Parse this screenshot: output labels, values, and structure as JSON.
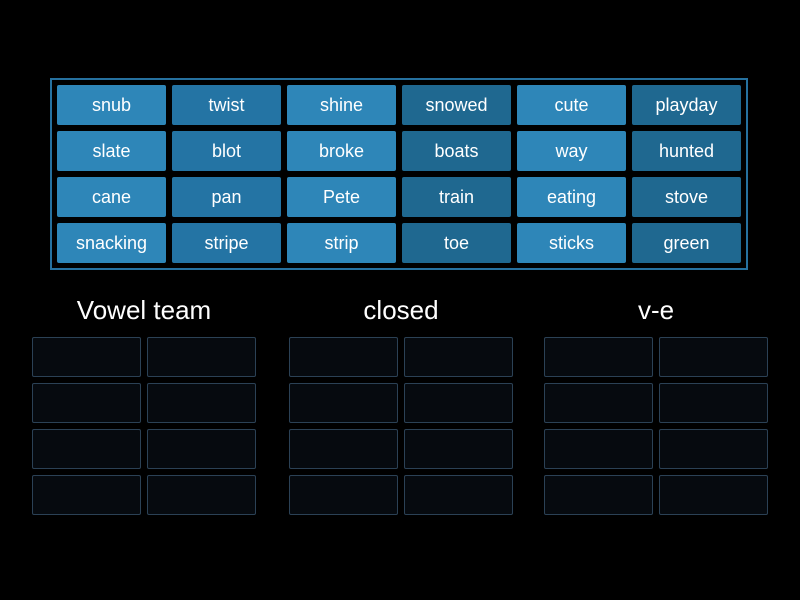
{
  "colors": {
    "page_bg": "#000000",
    "bank_border": "#26719f",
    "tile_text": "#ffffff",
    "tile_light": "#2e86b8",
    "tile_mid": "#2474a4",
    "tile_dark": "#1f6890",
    "header_text": "#ffffff",
    "slot_border": "#2b4155",
    "slot_bg": "#060a0f"
  },
  "word_bank": {
    "tiles": [
      {
        "label": "snub",
        "shade": "light"
      },
      {
        "label": "twist",
        "shade": "mid"
      },
      {
        "label": "shine",
        "shade": "light"
      },
      {
        "label": "snowed",
        "shade": "dark"
      },
      {
        "label": "cute",
        "shade": "light"
      },
      {
        "label": "playday",
        "shade": "dark"
      },
      {
        "label": "slate",
        "shade": "light"
      },
      {
        "label": "blot",
        "shade": "mid"
      },
      {
        "label": "broke",
        "shade": "light"
      },
      {
        "label": "boats",
        "shade": "dark"
      },
      {
        "label": "way",
        "shade": "light"
      },
      {
        "label": "hunted",
        "shade": "dark"
      },
      {
        "label": "cane",
        "shade": "light"
      },
      {
        "label": "pan",
        "shade": "mid"
      },
      {
        "label": "Pete",
        "shade": "light"
      },
      {
        "label": "train",
        "shade": "dark"
      },
      {
        "label": "eating",
        "shade": "light"
      },
      {
        "label": "stove",
        "shade": "dark"
      },
      {
        "label": "snacking",
        "shade": "light"
      },
      {
        "label": "stripe",
        "shade": "mid"
      },
      {
        "label": "strip",
        "shade": "light"
      },
      {
        "label": "toe",
        "shade": "dark"
      },
      {
        "label": "sticks",
        "shade": "light"
      },
      {
        "label": "green",
        "shade": "dark"
      }
    ]
  },
  "groups": [
    {
      "id": "vowel-team",
      "label": "Vowel team",
      "slot_count": 8
    },
    {
      "id": "closed",
      "label": "closed",
      "slot_count": 8
    },
    {
      "id": "v-e",
      "label": "v-e",
      "slot_count": 8
    }
  ]
}
